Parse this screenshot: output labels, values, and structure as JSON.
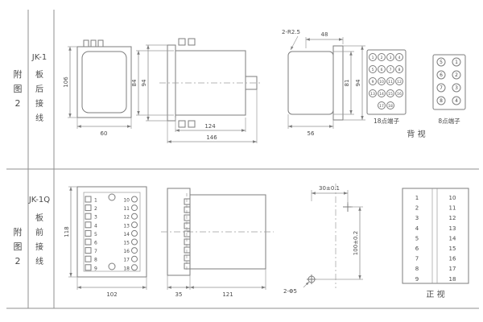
{
  "colors": {
    "line": "#7d7d7d",
    "text": "#4a4a4a",
    "background": "#ffffff"
  },
  "sidebar": {
    "fig_top": [
      "附",
      "图",
      "2"
    ],
    "model_top": "JK-1",
    "wiring_top": [
      "板",
      "后",
      "接",
      "线"
    ],
    "model_bottom": "JK-1Q",
    "wiring_bottom": [
      "板",
      "前",
      "接",
      "线"
    ],
    "fig_bottom": [
      "附",
      "图",
      "2"
    ]
  },
  "top_view": {
    "dims": {
      "case_height": "106",
      "case_width": "60",
      "inner_height": "84",
      "outer_height": "94",
      "body_width": "124",
      "total_width": "146",
      "corner_radius": "2-R2.5",
      "top_width": "48",
      "inner_h": "81",
      "flange_h": "94",
      "bottom_width": "56"
    },
    "terminal18_label": "18点端子",
    "terminal8_label": "8点端子",
    "view_label": "背  视",
    "grid18_rows": [
      [
        "1",
        "2",
        "3",
        "4"
      ],
      [
        "5",
        "6",
        "7",
        "8"
      ],
      [
        "9",
        "10",
        "11",
        "12"
      ],
      [
        "13",
        "14",
        "15",
        "16"
      ],
      [
        "17",
        "18"
      ]
    ],
    "grid8": {
      "left": [
        "5",
        "6",
        "7",
        "8"
      ],
      "right": [
        "1",
        "2",
        "3",
        "4"
      ]
    }
  },
  "bottom_view": {
    "dims": {
      "plug_height": "118",
      "plug_width": "102",
      "plate_width": "35",
      "body_width": "121",
      "hole_offset_x": "30±0.1",
      "hole_offset_y": "100±0.2",
      "hole_callout": "2-Φ5"
    },
    "plug": {
      "left": [
        "1",
        "2",
        "3",
        "4",
        "5",
        "6",
        "7",
        "8",
        "9"
      ],
      "right": [
        "10",
        "11",
        "12",
        "13",
        "14",
        "15",
        "16",
        "17",
        "18"
      ]
    },
    "table": {
      "left": [
        "1",
        "2",
        "3",
        "4",
        "5",
        "6",
        "7",
        "8",
        "9"
      ],
      "right": [
        "10",
        "11",
        "12",
        "13",
        "14",
        "15",
        "16",
        "17",
        "18"
      ]
    },
    "view_label": "正  视"
  }
}
